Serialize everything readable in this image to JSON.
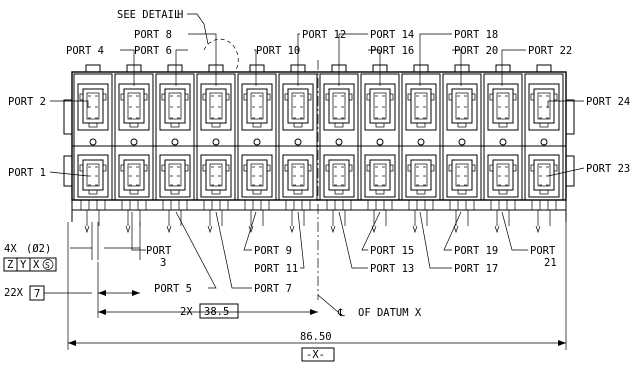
{
  "detail": {
    "see_detail": "SEE DETAIL",
    "letter": "H"
  },
  "top_ports": [
    "PORT 2",
    "PORT 4",
    "PORT 6",
    "PORT 8",
    "PORT 10",
    "PORT 12",
    "PORT 14",
    "PORT 16",
    "PORT 18",
    "PORT 20",
    "PORT 22",
    "PORT 24"
  ],
  "bottom_ports": [
    "PORT 1",
    "PORT 3",
    "PORT 5",
    "PORT 7",
    "PORT 9",
    "PORT 11",
    "PORT 13",
    "PORT 15",
    "PORT 17",
    "PORT 19",
    "PORT 21",
    "PORT 23"
  ],
  "hole_callout": {
    "qty": "4X",
    "dia": "(Ø2)",
    "frame": [
      "Z",
      "Y",
      "X"
    ],
    "modifier": "S"
  },
  "pitch_callout": {
    "qty": "22X",
    "value": "7"
  },
  "spacing_callout": {
    "qty": "2X",
    "value": "38.5"
  },
  "datum_note": "OF DATUM X",
  "overall": {
    "value": "86.50",
    "datum": "-X-"
  }
}
